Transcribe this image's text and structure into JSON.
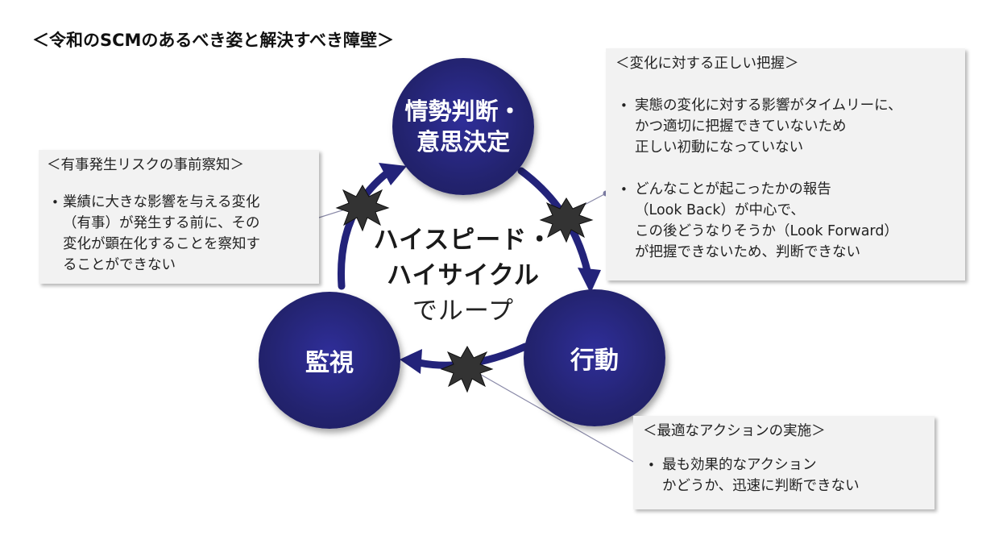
{
  "title": "＜令和のSCMのあるべき姿と解決すべき障壁＞",
  "nodes": {
    "judgement": {
      "line1": "情勢判断・",
      "line2": "意思決定"
    },
    "monitor": "監視",
    "action": "行動"
  },
  "center": {
    "line1": "ハイスピード・",
    "line2": "ハイサイクル",
    "line3": "でループ"
  },
  "callouts": {
    "change": {
      "title": "＜変化に対する正しい把握＞",
      "bullets": [
        "実態の変化に対する影響がタイムリーに、\nかつ適切に把握できていないため\n正しい初動になっていない",
        "どんなことが起こったかの報告\n（Look Back）が中心で、\nこの後どうなりそうか（Look Forward）\nが把握できないため、判断できない"
      ]
    },
    "risk": {
      "title": "＜有事発生リスクの事前察知＞",
      "bullets": [
        "業績に大きな影響を与える変化\n（有事）が発生する前に、その\n変化が顕在化することを察知す\nることができない"
      ]
    },
    "action": {
      "title": "＜最適なアクションの実施＞",
      "bullets": [
        "最も効果的なアクション\nかどうか、迅速に判断できない"
      ]
    }
  },
  "colors": {
    "node_fill": "#23236f",
    "arrow": "#23237a",
    "burst": "#333333",
    "callout_bg": "#f2f2f2",
    "connector": "#8888aa"
  },
  "icons": [
    "arrow-head-icon",
    "explosion-burst-icon"
  ]
}
